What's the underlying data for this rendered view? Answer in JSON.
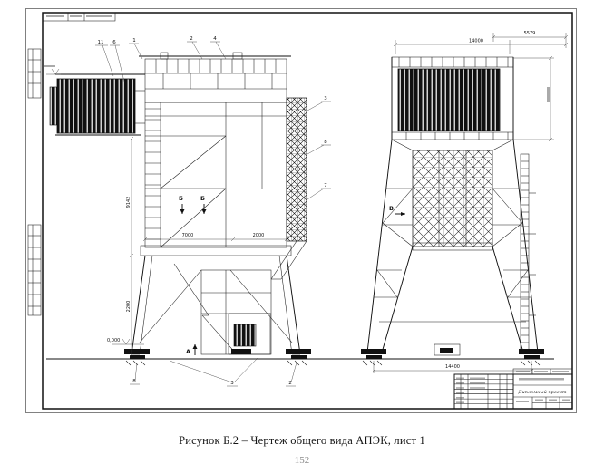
{
  "page": {
    "caption": "Рисунок Б.2 – Чертеж общего вида АПЭК, лист 1",
    "page_number": "152"
  },
  "drawing": {
    "title_block": {
      "project_label": "Дипломный проект"
    },
    "section_labels": {
      "b_left": "Б",
      "b_right": "Б",
      "a_mark": "А",
      "v_mark": "В"
    },
    "callouts": {
      "c11": "11",
      "c6": "6",
      "c1": "1",
      "c2": "2",
      "c4": "4",
      "c3": "3",
      "c8": "8",
      "c7": "7",
      "bottom_left": "8",
      "bottom_mid": "3",
      "bottom_right": "2"
    },
    "dimensions": {
      "tower_height": "9142",
      "portal_height": "2200",
      "bay_width_1": "7000",
      "bay_width_2": "2000",
      "level_zero": "0,000",
      "top_width_partial": "5579",
      "top_width_total": "14000",
      "track_gauge": "14400"
    }
  }
}
